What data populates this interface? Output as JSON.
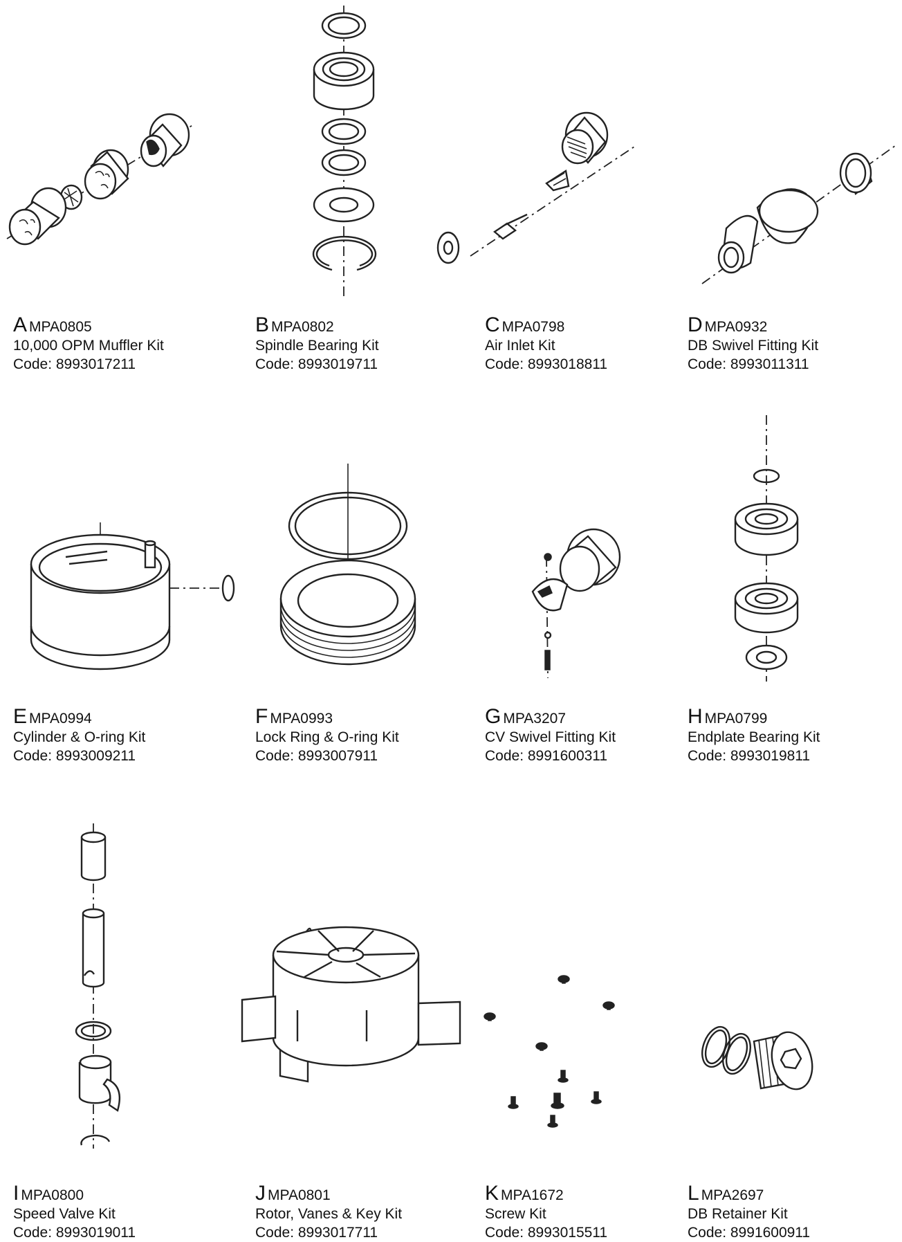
{
  "kits": [
    {
      "letter": "A",
      "part_number": "MPA0805",
      "name": "10,000 OPM Muffler Kit",
      "code": "Code: 8993017211"
    },
    {
      "letter": "B",
      "part_number": "MPA0802",
      "name": "Spindle Bearing Kit",
      "code": "Code: 8993019711"
    },
    {
      "letter": "C",
      "part_number": "MPA0798",
      "name": "Air Inlet Kit",
      "code": "Code: 8993018811"
    },
    {
      "letter": "D",
      "part_number": "MPA0932",
      "name": "DB Swivel Fitting Kit",
      "code": "Code: 8993011311"
    },
    {
      "letter": "E",
      "part_number": "MPA0994",
      "name": "Cylinder & O-ring Kit",
      "code": "Code: 8993009211"
    },
    {
      "letter": "F",
      "part_number": "MPA0993",
      "name": "Lock Ring & O-ring Kit",
      "code": "Code: 8993007911"
    },
    {
      "letter": "G",
      "part_number": "MPA3207",
      "name": "CV Swivel Fitting Kit",
      "code": "Code: 8991600311"
    },
    {
      "letter": "H",
      "part_number": "MPA0799",
      "name": "Endplate Bearing Kit",
      "code": "Code: 8993019811"
    },
    {
      "letter": "I",
      "part_number": "MPA0800",
      "name": "Speed Valve Kit",
      "code": "Code: 8993019011"
    },
    {
      "letter": "J",
      "part_number": "MPA0801",
      "name": "Rotor, Vanes & Key Kit",
      "code": "Code: 8993017711"
    },
    {
      "letter": "K",
      "part_number": "MPA1672",
      "name": "Screw Kit",
      "code": "Code: 8993015511"
    },
    {
      "letter": "L",
      "part_number": "MPA2697",
      "name": "DB Retainer Kit",
      "code": "Code: 8991600911"
    }
  ],
  "colors": {
    "ink": "#111111",
    "background": "#ffffff"
  }
}
